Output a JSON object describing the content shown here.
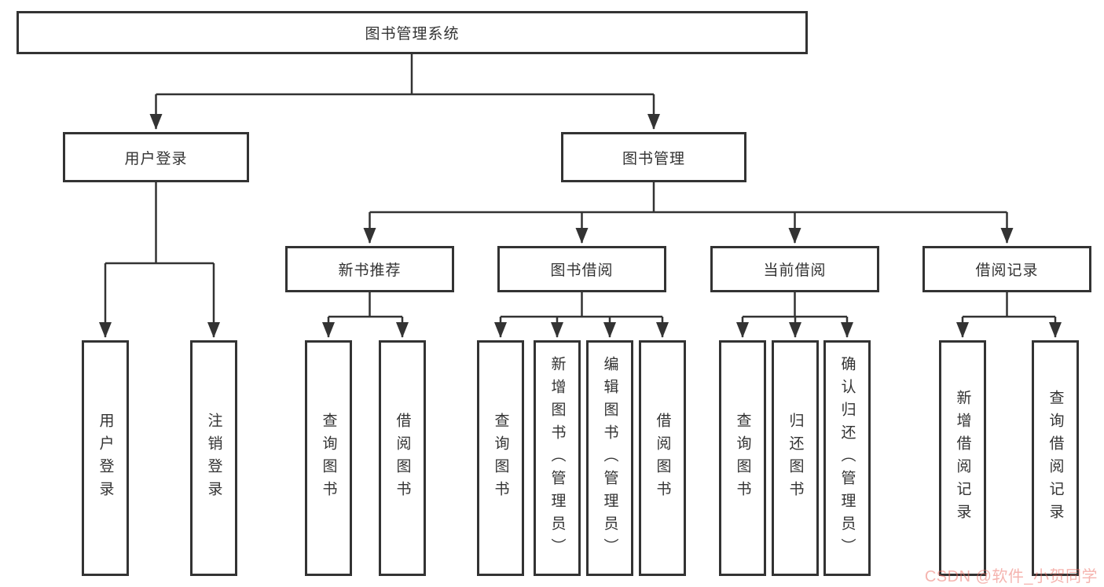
{
  "diagram_title": "图书管理系统",
  "tree": {
    "label": "图书管理系统",
    "children": [
      {
        "label": "用户登录",
        "children": [
          {
            "label": "用户登录"
          },
          {
            "label": "注销登录"
          }
        ]
      },
      {
        "label": "图书管理",
        "children": [
          {
            "label": "新书推荐",
            "children": [
              {
                "label": "查询图书"
              },
              {
                "label": "借阅图书"
              }
            ]
          },
          {
            "label": "图书借阅",
            "children": [
              {
                "label": "查询图书"
              },
              {
                "label": "新增图书（管理员）"
              },
              {
                "label": "编辑图书（管理员）"
              },
              {
                "label": "借阅图书"
              }
            ]
          },
          {
            "label": "当前借阅",
            "children": [
              {
                "label": "查询图书"
              },
              {
                "label": "归还图书"
              },
              {
                "label": "确认归还（管理员）"
              }
            ]
          },
          {
            "label": "借阅记录",
            "children": [
              {
                "label": "新增借阅记录"
              },
              {
                "label": "查询借阅记录"
              }
            ]
          }
        ]
      }
    ]
  },
  "watermark": {
    "text": "CSDN @软件_小贺同学",
    "color": "#ec6a5f"
  },
  "colors": {
    "background": "#ffffff",
    "box_border": "#333333",
    "line": "#333333",
    "text": "#333333"
  }
}
